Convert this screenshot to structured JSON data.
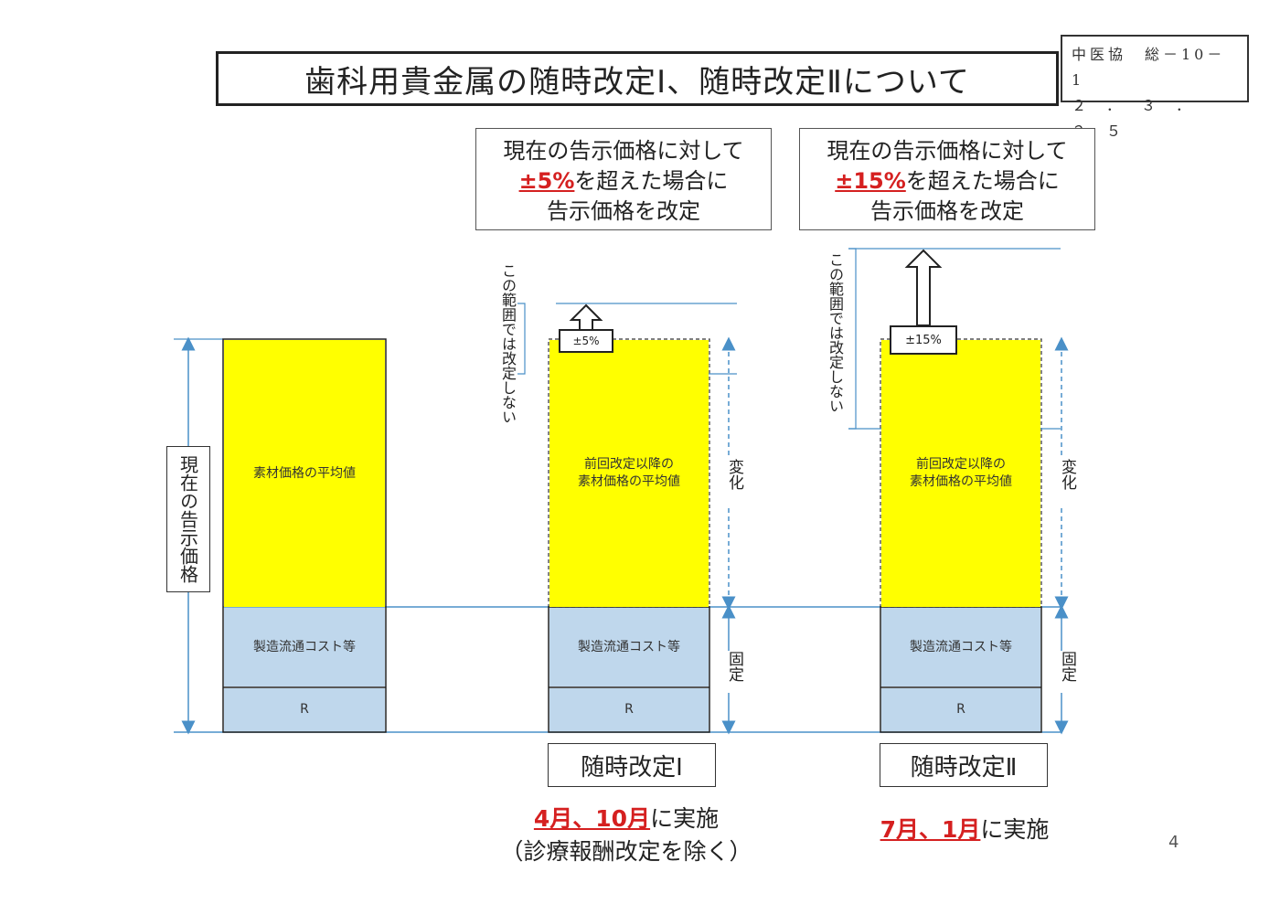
{
  "title": "歯科用貴金属の随時改定Ⅰ、随時改定Ⅱについて",
  "reference": {
    "line1": "中医協　総－10－1",
    "line2": "２．３．２５"
  },
  "page_number": "4",
  "left_bar": {
    "bracket_label": "現在の告示価格",
    "segments": {
      "material": "素材価格の平均値",
      "cost": "製造流通コスト等",
      "r": "R"
    }
  },
  "revision1": {
    "condition": {
      "line1": "現在の告示価格に対して",
      "percent": "±5%",
      "line2_rest": "を超えた場合に",
      "line3": "告示価格を改定"
    },
    "range_label": "この範囲では改定しない",
    "arrow_label": "±5%",
    "segments": {
      "material_line1": "前回改定以降の",
      "material_line2": "素材価格の平均値",
      "cost": "製造流通コスト等",
      "r": "R"
    },
    "change_label": "変化",
    "fixed_label": "固定",
    "name": "随時改定Ⅰ",
    "schedule": {
      "months": "4月、10月",
      "suffix": "に実施",
      "note": "（診療報酬改定を除く）"
    }
  },
  "revision2": {
    "condition": {
      "line1": "現在の告示価格に対して",
      "percent": "±15%",
      "line2_rest": "を超えた場合に",
      "line3": "告示価格を改定"
    },
    "range_label": "この範囲では改定しない",
    "arrow_label": "±15%",
    "segments": {
      "material_line1": "前回改定以降の",
      "material_line2": "素材価格の平均値",
      "cost": "製造流通コスト等",
      "r": "R"
    },
    "change_label": "変化",
    "fixed_label": "固定",
    "name": "随時改定Ⅱ",
    "schedule": {
      "months": "7月、1月",
      "suffix": "に実施"
    }
  },
  "colors": {
    "material": "#ffff00",
    "cost": "#bfd7ec",
    "line": "#4a90c8",
    "accent": "#d52020"
  }
}
